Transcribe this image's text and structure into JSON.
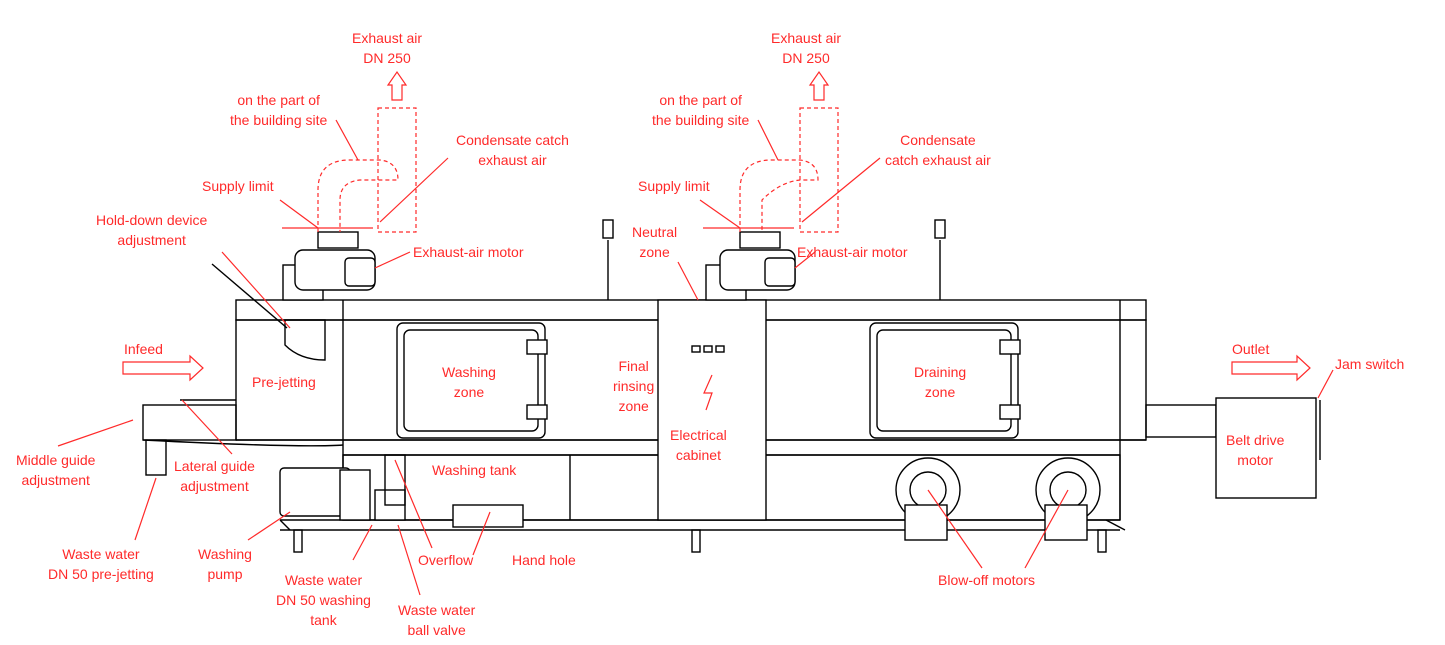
{
  "labels": {
    "exhaust_air_1": "Exhaust air\nDN 250",
    "exhaust_air_2": "Exhaust air\nDN 250",
    "building_site_1": "on the part of\nthe building site",
    "building_site_2": "on the part of\nthe building site",
    "condensate_1": "Condensate catch\nexhaust air",
    "condensate_2": "Condensate\ncatch exhaust air",
    "supply_limit_1": "Supply limit",
    "supply_limit_2": "Supply limit",
    "hold_down": "Hold-down device\nadjustment",
    "exhaust_motor_1": "Exhaust-air motor",
    "exhaust_motor_2": "Exhaust-air motor",
    "neutral_zone": "Neutral\nzone",
    "infeed": "Infeed",
    "pre_jetting": "Pre-jetting",
    "washing_zone": "Washing\nzone",
    "final_rinsing": "Final\nrinsing\nzone",
    "electrical_cabinet": "Electrical\ncabinet",
    "draining_zone": "Draining\nzone",
    "outlet": "Outlet",
    "jam_switch": "Jam switch",
    "belt_drive": "Belt drive\nmotor",
    "middle_guide": "Middle guide\nadjustment",
    "lateral_guide": "Lateral guide\nadjustment",
    "washing_tank": "Washing tank",
    "waste_prejet": "Waste water\nDN 50 pre-jetting",
    "washing_pump": "Washing\npump",
    "waste_washing": "Waste water\nDN 50 washing\ntank",
    "overflow": "Overflow",
    "hand_hole": "Hand hole",
    "ball_valve": "Waste water\nball valve",
    "blow_off": "Blow-off motors"
  },
  "colors": {
    "annotation": "#ff2a2a",
    "machine": "#000000"
  }
}
